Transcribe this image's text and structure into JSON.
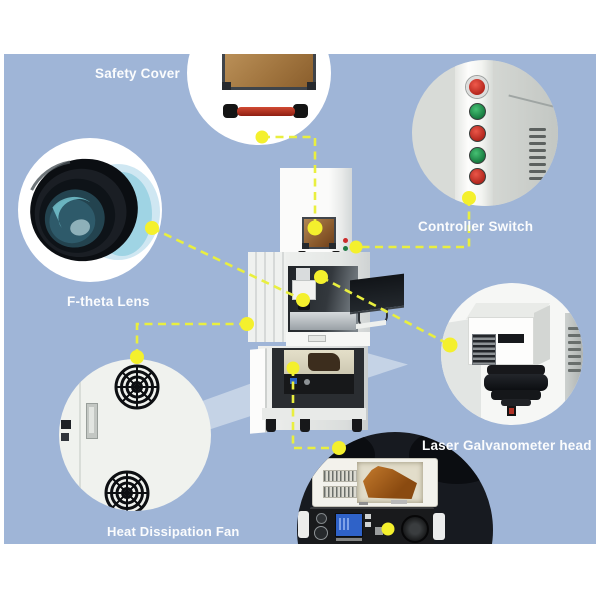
{
  "infographic": {
    "subject": "laser marking machine parts diagram",
    "labels": {
      "safety_cover": "Safety Cover",
      "controller_switch": "Controller Switch",
      "f_theta_lens": "F-theta Lens",
      "laser_galvanometer_head": "Laser Galvanometer head",
      "heat_dissipation_fan": "Heat Dissipation Fan"
    },
    "callouts": [
      {
        "label": "Safety Cover",
        "icon": "safety-cover-photo"
      },
      {
        "label": "Controller Switch",
        "icon": "controller-switch-photo"
      },
      {
        "label": "F-theta Lens",
        "icon": "f-theta-lens-photo"
      },
      {
        "label": "Laser Galvanometer head",
        "icon": "galvanometer-head-photo"
      },
      {
        "label": "Heat Dissipation Fan",
        "icon": "heat-fan-photo"
      },
      {
        "label": "",
        "icon": "laser-power-supply-photo"
      }
    ],
    "colors": {
      "panel_background": "#9fb5d7",
      "leader_line_yellow": "#e9ef3f",
      "marker_dot_yellow": "#f4f02d",
      "label_text": "#fbfcfd",
      "callout_circle": "#ffffff",
      "button_red": "#c9342b",
      "button_green": "#259552",
      "window_brown": "#8a5a2c",
      "lcd_blue": "#2f62c8"
    }
  }
}
